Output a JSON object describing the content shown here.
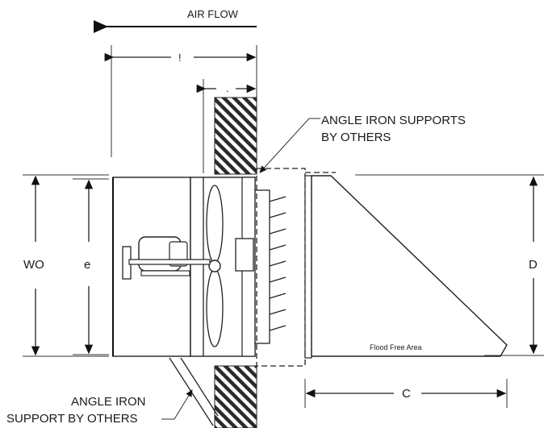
{
  "labels": {
    "air_flow": "AIR FLOW",
    "dim_top": "!",
    "dim_wall": ".",
    "supports_top_line1": "ANGLE IRON SUPPORTS",
    "supports_top_line2": "BY OTHERS",
    "wo": "WO",
    "e": "e",
    "d": "D",
    "c": "C",
    "flood_free": "Flood Free Area",
    "support_bottom_line1": "ANGLE IRON",
    "support_bottom_line2": "SUPPORT BY OTHERS"
  },
  "colors": {
    "line": "#222222",
    "hatch": "#2b2b2b",
    "background": "#ffffff"
  }
}
